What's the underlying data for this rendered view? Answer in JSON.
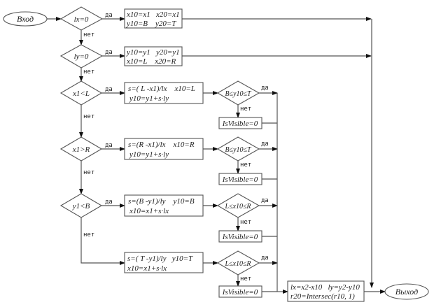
{
  "labels": {
    "yes": "да",
    "no": "нет"
  },
  "terminals": {
    "start": "Вход",
    "end": "Выход"
  },
  "decisions": {
    "lx_zero": "lx=0",
    "ly_zero": "ly=0",
    "x1_lt_L": "x1<L",
    "x1_gt_R": "x1>R",
    "y1_lt_B": "y1<B",
    "check1": "B≤y10≤T",
    "check2": "B≤y10≤T",
    "check3": "L≤x10≤R",
    "check4": "L≤x10≤R"
  },
  "processes": {
    "p1": {
      "line1": "x10=x1   x20=x1",
      "line2": "y10=B    y20=T"
    },
    "p2": {
      "line1": "y10=y1   y20=y1",
      "line2": "x10=L    x20=R"
    },
    "p3": {
      "line1": "s=( L -x1)/lx    x10=L",
      "line2": "y10=y1+s·ly"
    },
    "p4": {
      "line1": "s=(R -x1)/lx    x10=R",
      "line2": "y10=y1+s·ly"
    },
    "p5": {
      "line1": "s=(B -y1)/ly    y10=B",
      "line2": "x10=x1+s·lx"
    },
    "p6": {
      "line1": "s=( T -y1)/ly   y10=T",
      "line2": "x10=x1+s·lx"
    },
    "final": {
      "line1": "lx=x2-x10   ly=y2-y10",
      "line2": "r20=Intersec(r10, 1)"
    }
  },
  "invisible": {
    "v1": "IsVisible=0",
    "v2": "IsVisible=0",
    "v3": "IsVisible=0",
    "v4": "IsVisible=0"
  }
}
